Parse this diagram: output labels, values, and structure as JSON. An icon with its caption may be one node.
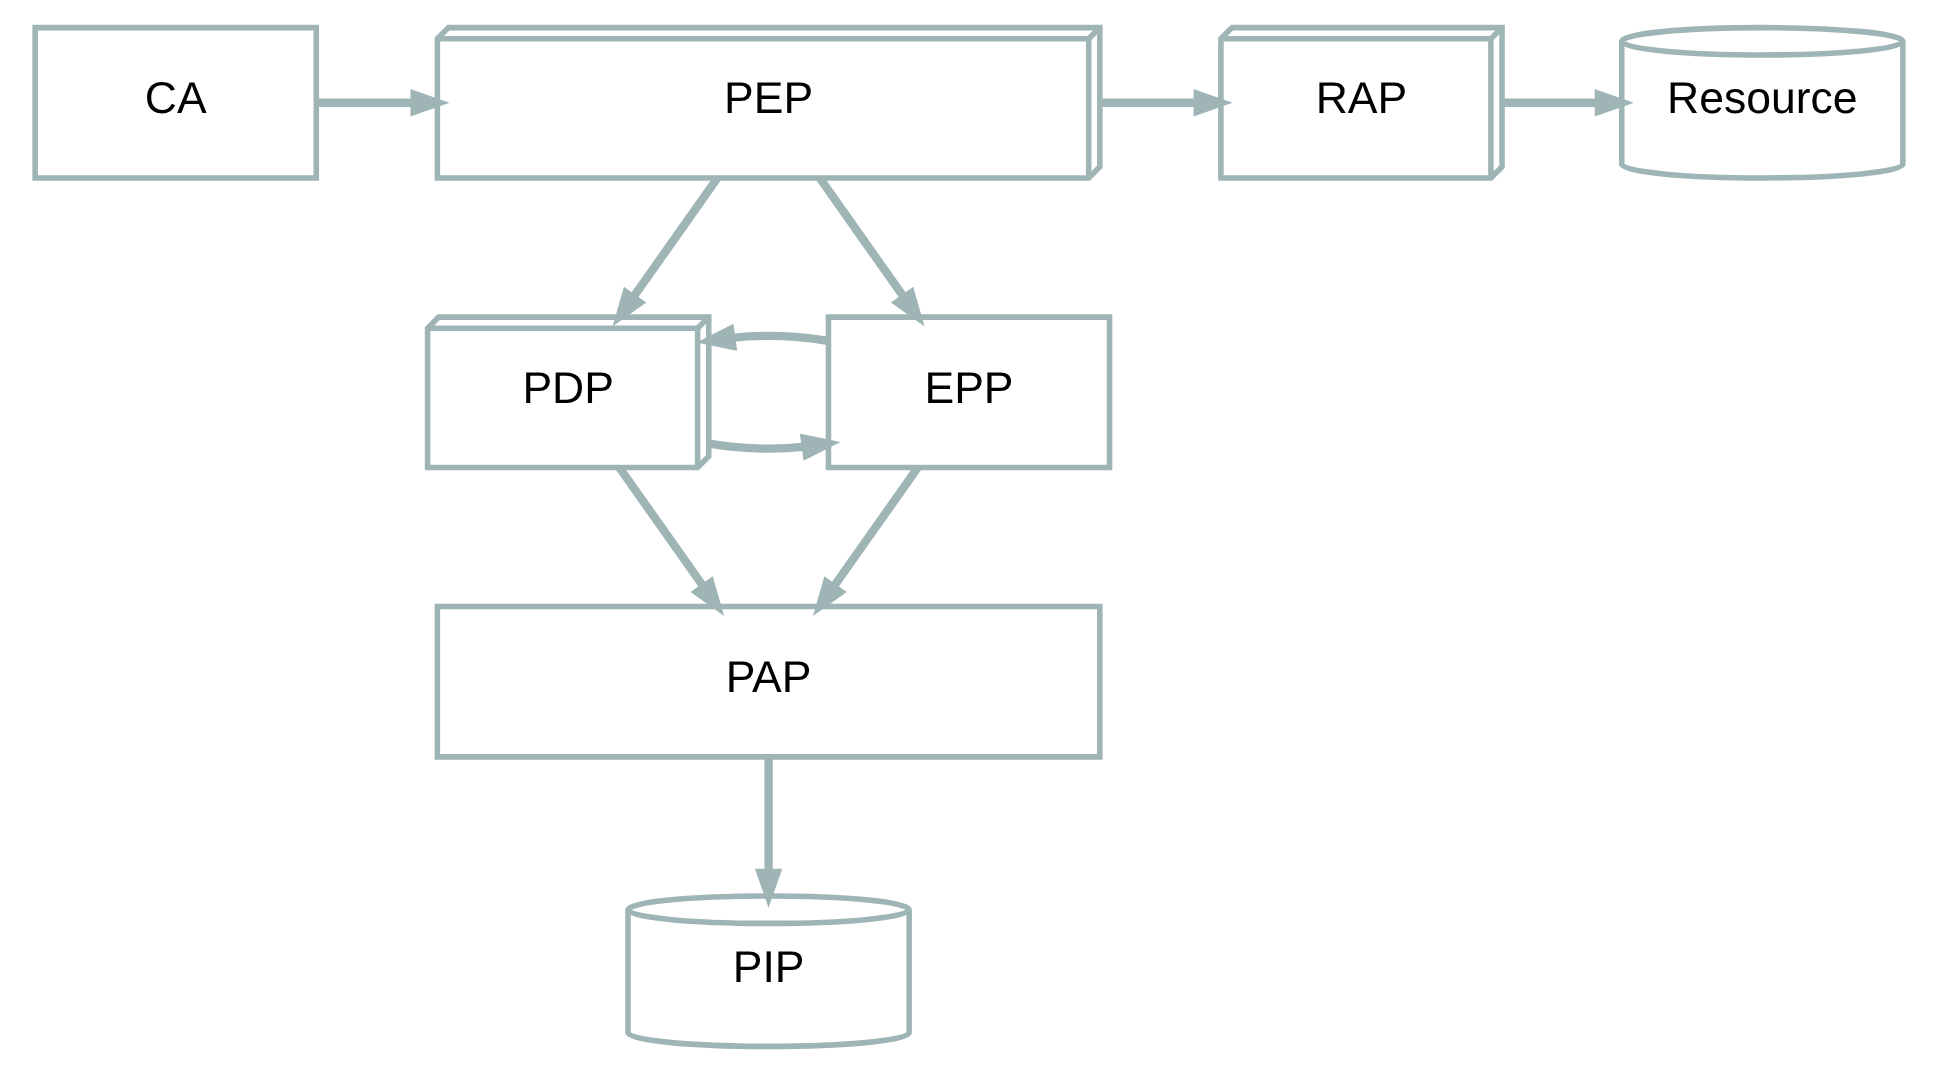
{
  "diagram": {
    "nodes": [
      {
        "text": [
          "CA"
        ]
      },
      {
        "text": [
          "PEP"
        ]
      },
      {
        "text": [
          "RAP"
        ]
      },
      {
        "text": [
          "Resource"
        ]
      },
      {
        "text": [
          "PDP"
        ]
      },
      {
        "text": [
          "EPP"
        ]
      },
      {
        "text": [
          "PAP"
        ]
      },
      {
        "text": [
          "PIP"
        ]
      }
    ],
    "edges": [
      {
        "from": 0,
        "to": 1,
        "arrow": "to"
      },
      {
        "from": 1,
        "to": 2,
        "arrow": "to"
      },
      {
        "from": 2,
        "to": 3,
        "arrow": "to"
      },
      {
        "from": 1,
        "to": 4,
        "arrow": "to"
      },
      {
        "from": 1,
        "to": 5,
        "arrow": "to"
      },
      {
        "from": 4,
        "to": 5,
        "arrow": "to"
      },
      {
        "from": 5,
        "to": 4,
        "arrow": "to"
      },
      {
        "from": 4,
        "to": 6,
        "arrow": "to"
      },
      {
        "from": 5,
        "to": 6,
        "arrow": "to"
      },
      {
        "from": 6,
        "to": 7,
        "arrow": "to"
      }
    ]
  }
}
